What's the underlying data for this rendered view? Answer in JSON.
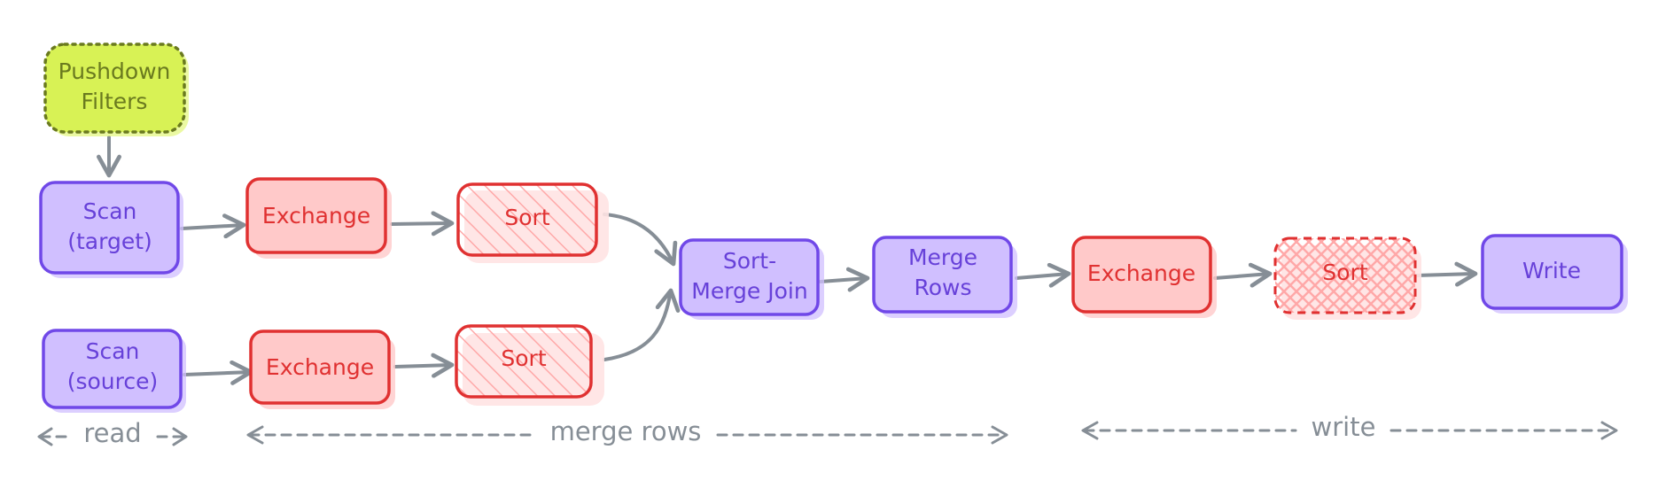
{
  "nodes": {
    "pushdown": {
      "line1": "Pushdown",
      "line2": "Filters"
    },
    "scan_target": {
      "line1": "Scan",
      "line2": "(target)"
    },
    "scan_source": {
      "line1": "Scan",
      "line2": "(source)"
    },
    "exchange_top": {
      "label": "Exchange"
    },
    "exchange_bottom": {
      "label": "Exchange"
    },
    "sort_top": {
      "label": "Sort"
    },
    "sort_bottom": {
      "label": "Sort"
    },
    "sort_merge_join": {
      "line1": "Sort-",
      "line2": "Merge Join"
    },
    "merge_rows": {
      "line1": "Merge",
      "line2": "Rows"
    },
    "exchange_write": {
      "label": "Exchange"
    },
    "sort_optional": {
      "label": "Sort"
    },
    "write": {
      "label": "Write"
    }
  },
  "spans": {
    "read": "read",
    "merge_rows": "merge rows",
    "write": "write"
  },
  "colors": {
    "purple_fill": "#d0bfff",
    "purple_stroke": "#7048e8",
    "red_fill": "#ffc9c9",
    "red_stroke": "#e03131",
    "green_fill": "#d8f255",
    "green_stroke": "#6a7a1f",
    "edge": "#868e96"
  }
}
